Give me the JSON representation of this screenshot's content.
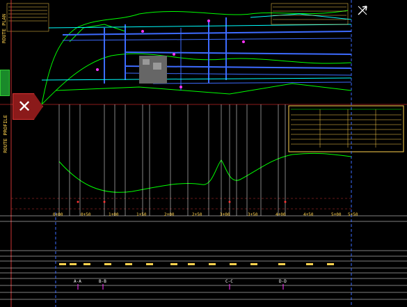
{
  "labels": {
    "route_plan": "ROUTE PLAN",
    "route_profile": "ROUTE PROFILE",
    "stations": [
      "0+00",
      "0+50",
      "1+00",
      "1+50",
      "2+00",
      "2+50",
      "3+00",
      "3+50",
      "4+00",
      "4+50",
      "5+00",
      "5+50"
    ],
    "markers": [
      "A-A",
      "B-B",
      "C-C",
      "D-D"
    ]
  },
  "icons": {
    "close": "close-x-icon",
    "compass": "north-arrow-icon",
    "panel": "panel-toggle-icon"
  },
  "colors": {
    "background": "#000000",
    "route": "#00ff00",
    "pipe": "#3d6bff",
    "text": "#ffd24d",
    "highlight": "#ff3dff",
    "grid": "#ffffff",
    "accent": "#00ffff"
  }
}
